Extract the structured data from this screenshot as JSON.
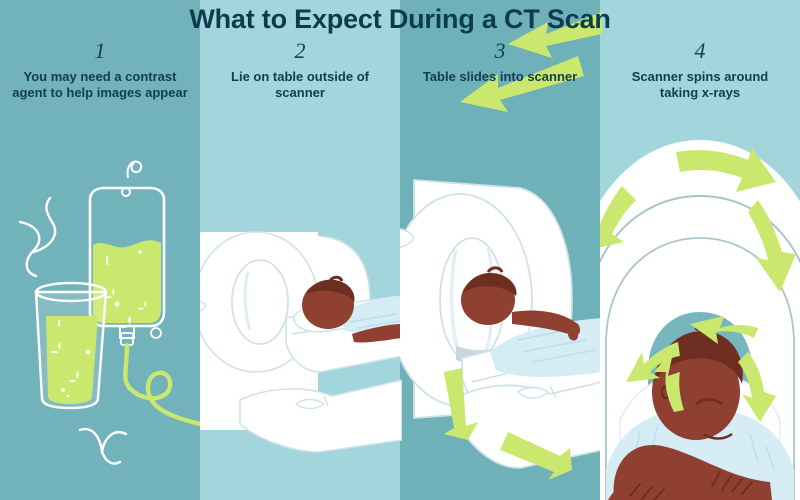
{
  "header": {
    "title": "What to Expect During a CT Scan"
  },
  "palette": {
    "panel_dark_teal": "#72b2ba",
    "panel_light_teal": "#a2d5dc",
    "panel_mid_teal": "#6fb1b8",
    "text_navy": "#0d3d4d",
    "accent_green": "#cbe86e",
    "white": "#ffffff",
    "skin_brown": "#8f4030",
    "hair_dark_brown": "#6d2f22",
    "gown_ice_blue": "#d5ecf5",
    "outline_grey_blue": "#a9c4cf"
  },
  "steps": [
    {
      "number": "1",
      "caption": "You may need a contrast agent to help images appear",
      "illustration": "iv-bag-and-glass-of-contrast",
      "bg": "#72b2ba"
    },
    {
      "number": "2",
      "caption": "Lie on table outside of scanner",
      "illustration": "patient-on-table-outside-scanner",
      "bg": "#a2d5dc"
    },
    {
      "number": "3",
      "caption": "Table slides into scanner",
      "illustration": "table-sliding-into-scanner-with-arrows",
      "bg": "#6fb1b8"
    },
    {
      "number": "4",
      "caption": "Scanner spins around taking x-rays",
      "illustration": "scanner-spinning-around-patient",
      "bg": "#a2d5dc"
    }
  ]
}
